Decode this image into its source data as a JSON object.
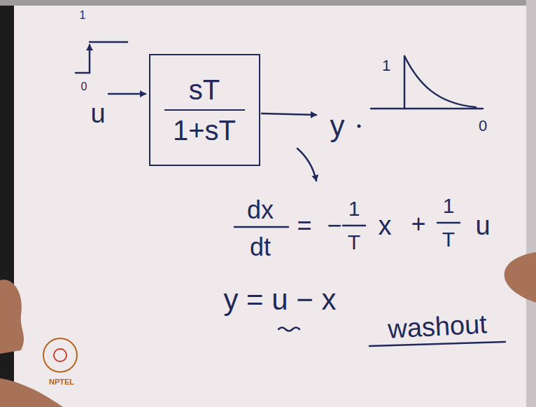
{
  "diagram": {
    "nodes": [
      {
        "text": [
          "sT",
          "1+sT"
        ]
      }
    ],
    "labels": [
      "1",
      "0",
      "u",
      "y",
      "1",
      "0",
      "dx",
      "dt",
      "=",
      "−",
      "1",
      "T",
      "x",
      "+",
      "1",
      "T",
      "u",
      "y = u − x",
      "washout",
      "NPTEL"
    ]
  }
}
